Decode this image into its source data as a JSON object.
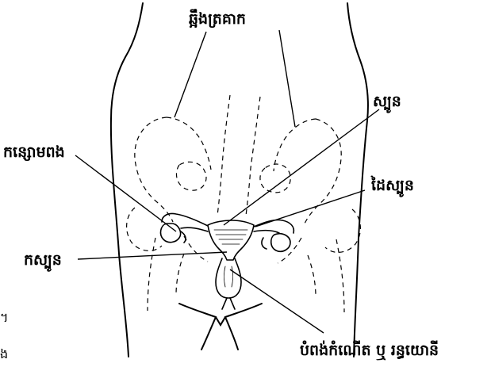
{
  "labels": {
    "pelvis": "ឆ្អឹងត្រគាក",
    "uterus": "ស្បូន",
    "ovary": "កន្សោមពង",
    "fallopian_tube": "ដៃស្បូន",
    "cervix": "កស្បូន",
    "vagina": "បំពង់កំណើត ឬ រន្ធយោនី"
  },
  "edge_fragments": {
    "top": "។",
    "bottom": "ង"
  },
  "colors": {
    "ink": "#000000",
    "background": "#ffffff"
  }
}
